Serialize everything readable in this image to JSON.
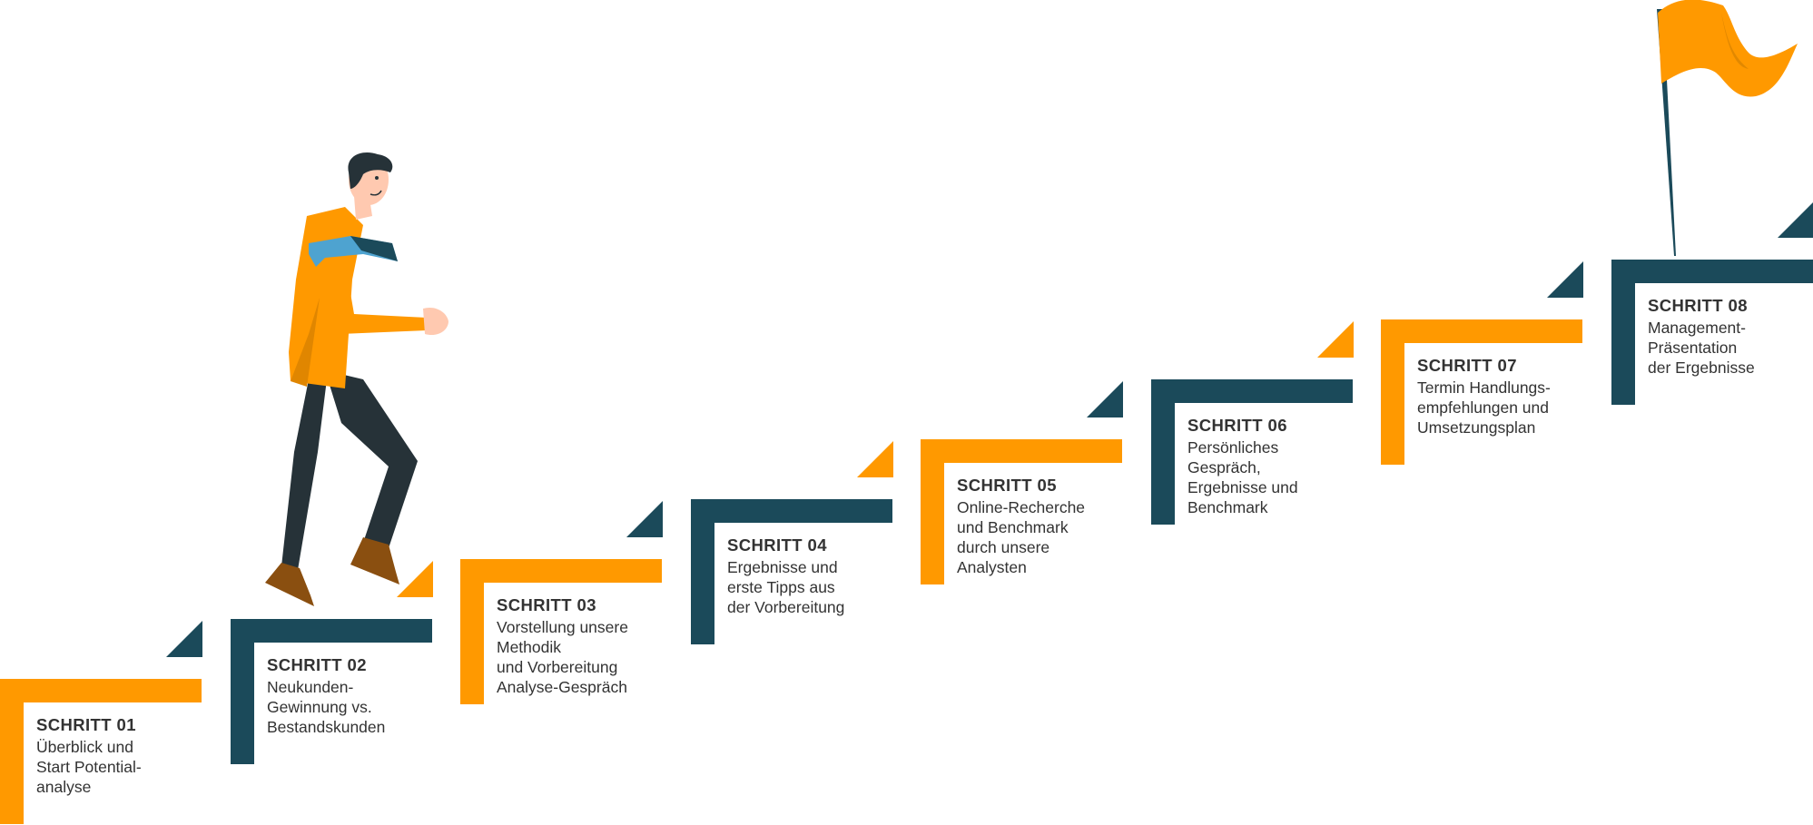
{
  "colors": {
    "orange": "#FF9900",
    "teal": "#1B4A5A",
    "text": "#333333"
  },
  "steps": [
    {
      "title": "SCHRITT 01",
      "desc": "Überblick und\nStart Potential-\nanalyse",
      "color": "orange"
    },
    {
      "title": "SCHRITT 02",
      "desc": "Neukunden-\nGewinnung vs.\nBestandskunden",
      "color": "teal"
    },
    {
      "title": "SCHRITT 03",
      "desc": "Vorstellung unsere\nMethodik\nund Vorbereitung\nAnalyse-Gespräch",
      "color": "orange"
    },
    {
      "title": "SCHRITT 04",
      "desc": "Ergebnisse und\nerste Tipps aus\nder Vorbereitung",
      "color": "teal"
    },
    {
      "title": "SCHRITT 05",
      "desc": "Online-Recherche\nund Benchmark\ndurch unsere\nAnalysten",
      "color": "orange"
    },
    {
      "title": "SCHRITT 06",
      "desc": "Persönliches\nGespräch,\nErgebnisse und\nBenchmark",
      "color": "teal"
    },
    {
      "title": "SCHRITT 07",
      "desc": "Termin Handlungs-\nempfehlungen und\nUmsetzungsplan",
      "color": "orange"
    },
    {
      "title": "SCHRITT 08",
      "desc": "Management-\nPräsentation\nder Ergebnisse",
      "color": "teal"
    }
  ],
  "illustrations": {
    "person": "running-businessman-illustration",
    "flag": "goal-flag-icon"
  }
}
